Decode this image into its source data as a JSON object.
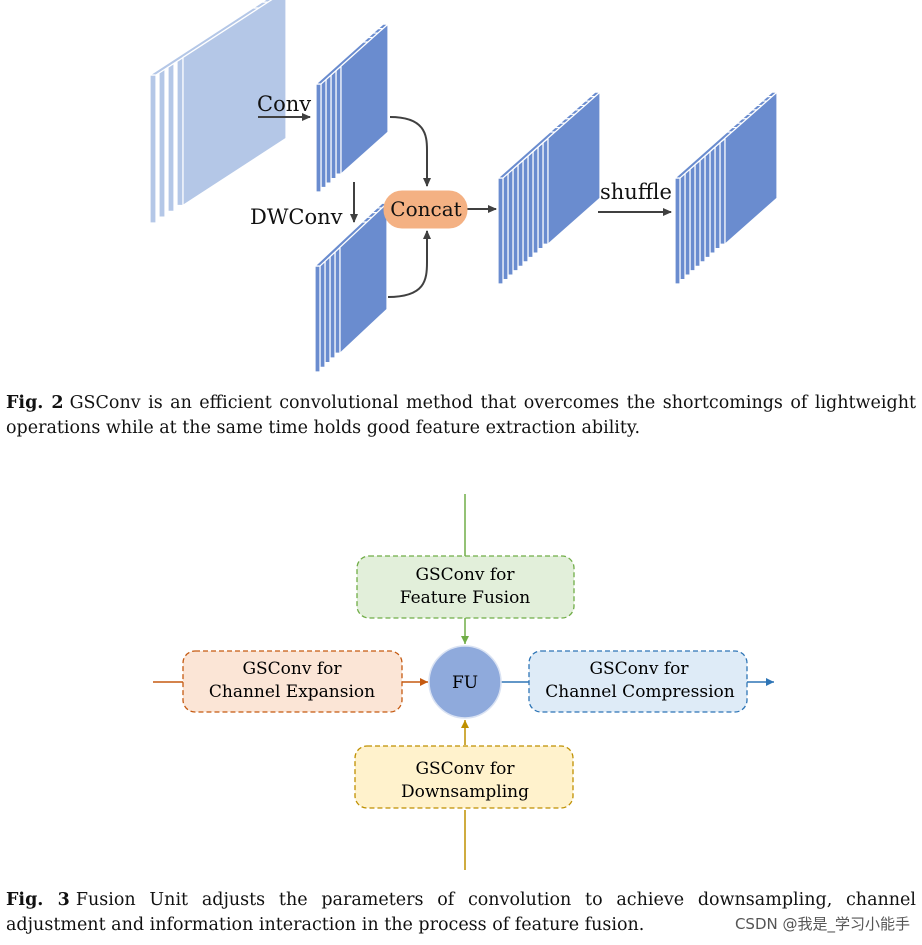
{
  "fig2": {
    "labels": {
      "conv": "Conv",
      "dwconv": "DWConv",
      "concat": "Concat",
      "shuffle": "shuffle"
    },
    "caption": {
      "number": "Fig. 2",
      "text": "GSConv is an efficient convolutional method that overcomes the shortcomings of lightweight operations while at the same time holds good feature extraction ability."
    }
  },
  "fig3": {
    "center": "FU",
    "blocks": {
      "top": [
        "GSConv for",
        "Feature Fusion"
      ],
      "left": [
        "GSConv for",
        "Channel Expansion"
      ],
      "right": [
        "GSConv for",
        "Channel Compression"
      ],
      "bottom": [
        "GSConv for",
        "Downsampling"
      ]
    },
    "caption": {
      "number": "Fig. 3",
      "text": "Fusion Unit adjusts the parameters of convolution to achieve downsampling, channel adjustment and information interaction in the process of feature fusion."
    }
  },
  "watermark": "CSDN @我是_学习小能手",
  "colors": {
    "light_block": "#b4c7e7",
    "dark_block": "#6a8ccf",
    "concat": "#f4b183",
    "green_fill": "#e2efda",
    "green_stroke": "#70ad47",
    "orange_fill": "#fbe5d6",
    "orange_stroke": "#c55a11",
    "blue_fill": "#deebf7",
    "blue_stroke": "#2e75b6",
    "yellow_fill": "#fff2cc",
    "yellow_stroke": "#bf9000",
    "fu_fill": "#8faadc"
  }
}
